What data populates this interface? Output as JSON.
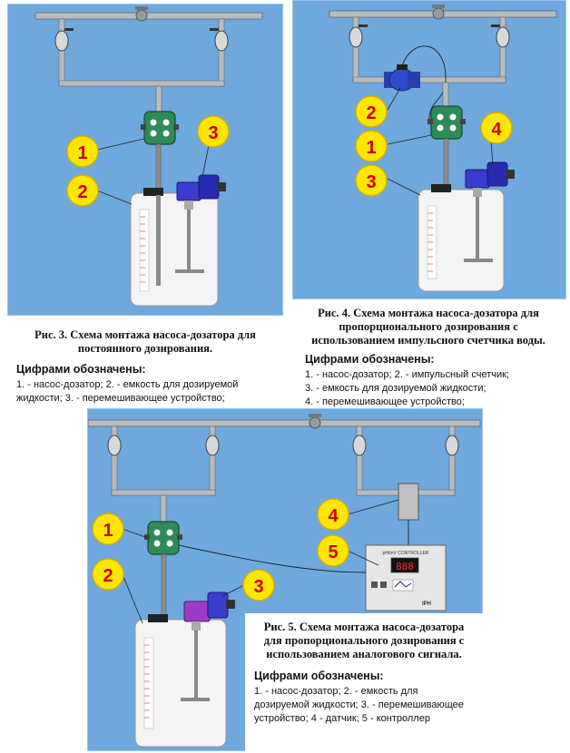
{
  "fig3": {
    "caption_line1": "Рис. 3. Схема монтажа насоса-дозатора для",
    "caption_line2": "постоянного дозирования.",
    "legend_title": "Цифрами обозначены:",
    "legend_lines": [
      "1. - насос-дозатор; 2. - емкость для дозируемой",
      "жидкости; 3. - перемешивающее устройство;"
    ],
    "markers": [
      "1",
      "2",
      "3"
    ]
  },
  "fig4": {
    "caption_line1": "Рис. 4. Схема монтажа насоса-дозатора для",
    "caption_line2": "пропорционального дозирования с",
    "caption_line3": "использованием импульсного счетчика воды.",
    "legend_title": "Цифрами обозначены:",
    "legend_lines": [
      "1. - насос-дозатор; 2. - импульсный счетчик;",
      "3. - емкость для дозируемой жидкости;",
      "4. - перемешивающее устройство;"
    ],
    "markers": [
      "2",
      "1",
      "3",
      "4"
    ]
  },
  "fig5": {
    "caption_line1": "Рис. 5. Схема монтажа насоса-дозатора",
    "caption_line2": "для пропорционального дозирования с",
    "caption_line3": "использованием аналогового сигнала.",
    "legend_title": "Цифрами обозначены:",
    "legend_lines": [
      "1. - насос-дозатор; 2. - емкость для",
      "дозируемой жидкости; 3. - перемешивающее",
      "устройство; 4 - датчик; 5 - контроллер"
    ],
    "markers": [
      "1",
      "2",
      "3",
      "4",
      "5"
    ],
    "controller_title": "pH/mV CONTROLLER",
    "controller_display": "888",
    "controller_brand": "IPH"
  },
  "colors": {
    "panel": "#6ea8dd",
    "pipe": "#b8bcc0",
    "pump": "#2e8b57",
    "marker": "#ffe600",
    "mixer3": "#3b3bd0",
    "mixer5": "#9b3cc7"
  }
}
